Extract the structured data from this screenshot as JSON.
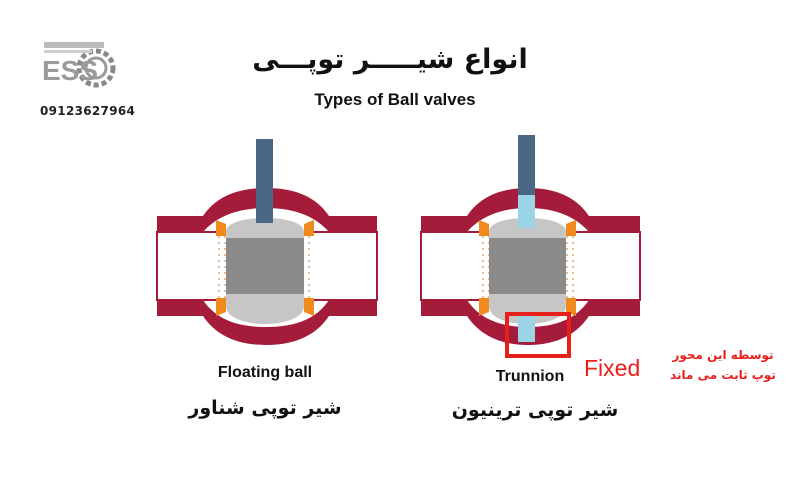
{
  "logo": {
    "text": "ESS",
    "phone": "09123627964"
  },
  "title_fa": "انواع شیـــــر توپـــی",
  "title_en": "Types of Ball valves",
  "valves": [
    {
      "caption_en": "Floating ball",
      "caption_fa": "شیر توپی شناور"
    },
    {
      "caption_en": "Trunnion",
      "caption_fa": "شیر توپی ترینیون"
    }
  ],
  "fixed_label": "Fixed",
  "note": {
    "line1": "توسطه این محور",
    "line2": "توپ ثابت می ماند"
  },
  "colors": {
    "body": "#a51c3a",
    "stem": "#4a6784",
    "trunnion_stem": "#9ad4e6",
    "ball_light": "#c6c6c6",
    "ball_dark": "#8a8a8a",
    "seat": "#f08a1c",
    "annotation": "#e8201c"
  }
}
